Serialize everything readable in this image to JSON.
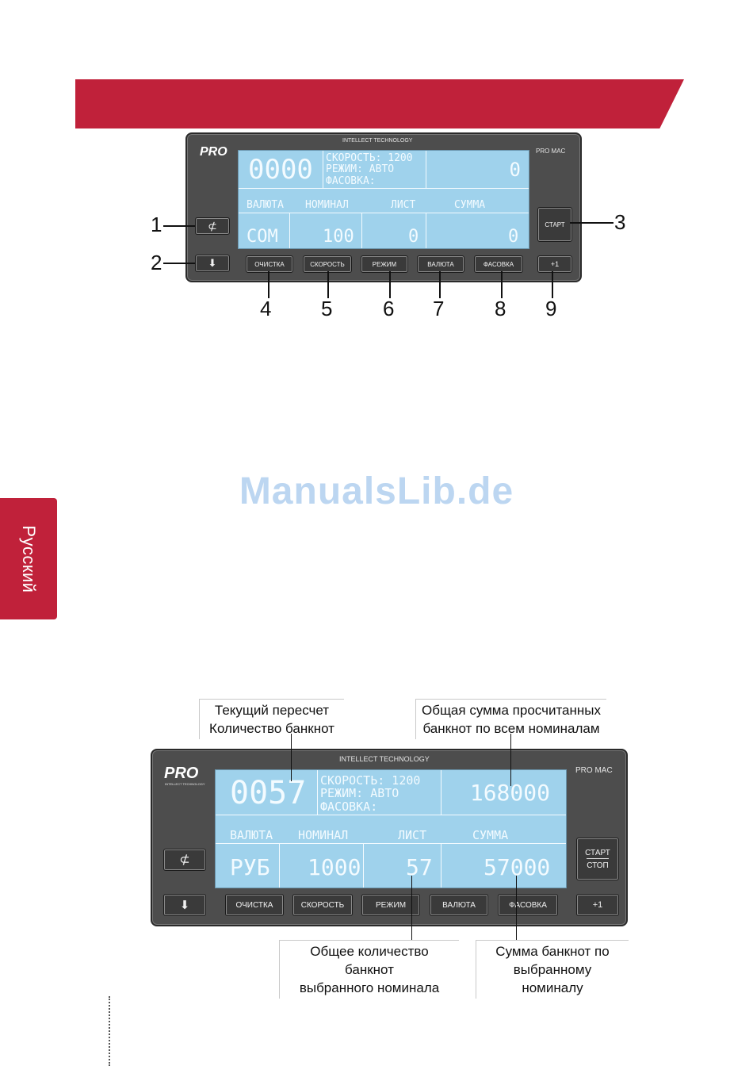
{
  "side_tab": "Русский",
  "watermark": "ManualsLib.de",
  "panel1": {
    "logo": "PRO",
    "header": "INTELLECT TECHNOLOGY",
    "model": "PRO MAC",
    "lcd": {
      "counter": "0000",
      "speed": "СКОРОСТЬ: 1200",
      "mode": "РЕЖИМ:  АВТО",
      "batch": "ФАСОВКА:",
      "total": "0",
      "col_currency": "ВАЛЮТА",
      "col_denom": "НОМИНАЛ",
      "col_sheets": "ЛИСТ",
      "col_sum": "СУММА",
      "val_currency": "COM",
      "val_denom": "100",
      "val_sheets": "0",
      "val_sum": "0"
    },
    "keys": {
      "reset_icon": "⊄",
      "down_icon": "⬇",
      "start": "СТАРТ",
      "clear": "ОЧИСТКА",
      "speed": "СКОРОСТЬ",
      "mode": "РЕЖИМ",
      "currency": "ВАЛЮТА",
      "batch": "ФАСОВКА",
      "plus": "+1"
    },
    "numbers": [
      "1",
      "2",
      "3",
      "4",
      "5",
      "6",
      "7",
      "8",
      "9"
    ]
  },
  "panel2": {
    "logo": "PRO",
    "logo_sub": "INTELLECT TECHNOLOGY",
    "header": "INTELLECT TECHNOLOGY",
    "model": "PRO MAC",
    "lcd": {
      "counter": "0057",
      "speed": "СКОРОСТЬ: 1200",
      "mode": "РЕЖИМ:  АВТО",
      "batch": "ФАСОВКА:",
      "total": "168000",
      "col_currency": "ВАЛЮТА",
      "col_denom": "НОМИНАЛ",
      "col_sheets": "ЛИСТ",
      "col_sum": "СУММА",
      "val_currency": "РУБ",
      "val_denom": "1000",
      "val_sheets": "57",
      "val_sum": "57000"
    },
    "keys": {
      "reset_icon": "⊄",
      "down_icon": "⬇",
      "start": "СТАРТ",
      "stop": "СТОП",
      "clear": "ОЧИСТКА",
      "speed": "СКОРОСТЬ",
      "mode": "РЕЖИМ",
      "currency": "ВАЛЮТА",
      "batch": "ФАСОВКА",
      "plus": "+1"
    },
    "callouts": {
      "current_count_1": "Текущий пересчет",
      "current_count_2": "Количество банкнот",
      "total_sum_1": "Общая сумма просчитанных",
      "total_sum_2": "банкнот по всем номиналам",
      "denom_count_1": "Общее количество банкнот",
      "denom_count_2": "выбранного номинала",
      "denom_sum_1": "Сумма банкнот по",
      "denom_sum_2": "выбранному номиналу"
    }
  }
}
